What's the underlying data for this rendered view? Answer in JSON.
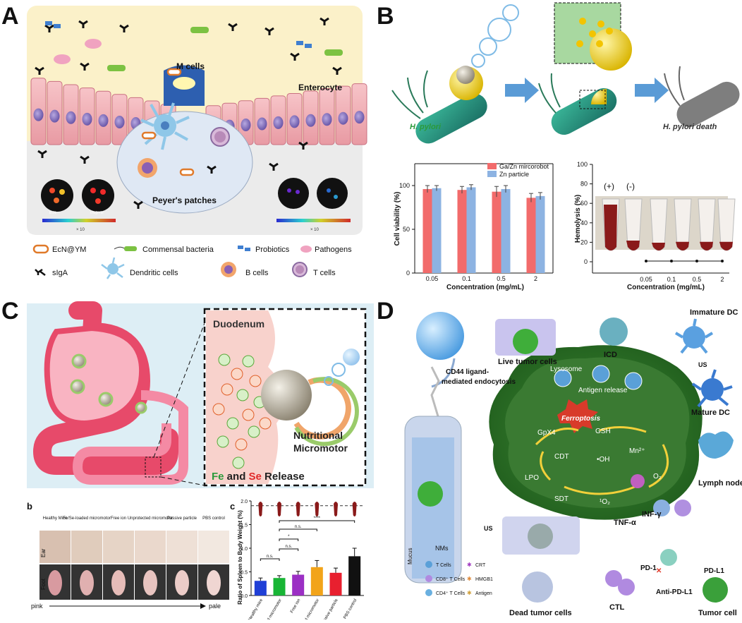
{
  "panels": {
    "A": {
      "letter": "A",
      "m_cells": "M cells",
      "enterocyte": "Enterocyte",
      "peyers": "Peyer's patches",
      "img_left_1": "EcN",
      "img_left_2": "cN@YM",
      "scale_left": "× 10",
      "scale_right": "× 10",
      "legend": [
        "EcN@YM",
        "Commensal bacteria",
        "Probiotics",
        "Pathogens",
        "sIgA",
        "Dendritic cells",
        "B cells",
        "T cells"
      ]
    },
    "B": {
      "letter": "B",
      "h_pylori": "H. pylori",
      "h_pylori_death": "H. pylori death",
      "chart1": {
        "ylabel": "Cell viability (%)",
        "xlabel": "Concentration (mg/mL)",
        "legend": [
          "Ga/Zn mircorobot",
          "Zn particle"
        ]
      },
      "chart2": {
        "ylabel": "Hemolysis (%)",
        "xlabel": "Concentration (mg/mL)",
        "plus": "(+)",
        "minus": "(-)"
      }
    },
    "C": {
      "letter": "C",
      "duodenum": "Duodenum",
      "nutritional": "Nutritional",
      "micromotor": "Micromotor",
      "release_fe": "Fe",
      "release_and": " and ",
      "release_se": "Se",
      "release_rest": " Release",
      "sub_b": "b",
      "sub_c": "c",
      "col_headers": [
        "Healthy Mice",
        "Fe/Se-loaded micromotor",
        "Free ion",
        "Unprotected micromotor",
        "Passive particle",
        "PBS control"
      ],
      "row_ear": "Ear",
      "row_foot": "Foot",
      "pink": "pink",
      "pale": "pale",
      "bar_ylabel": "Ratio of Spleen to Body Weight (%)",
      "sig": [
        "n.s.",
        "n.s.",
        "*",
        "n.s.",
        "****"
      ]
    },
    "D": {
      "letter": "D",
      "live_tumor": "Live tumor cells",
      "icd": "ICD",
      "immature_dc": "Immature DC",
      "mature_dc": "Mature DC",
      "lymph_node": "Lymph node",
      "us": "US",
      "cd44": "CD44 ligand-",
      "cd44b": "mediated endocytosis",
      "lysosome": "Lysosome",
      "antigen_release": "Antigen  release",
      "ferroptosis": "Ferroptosis",
      "gpx4": "GpX4",
      "gsh": "GSH",
      "cdt": "CDT",
      "oh": "•OH",
      "mn": "Mn²⁺",
      "lpo": "LPO",
      "sdt": "SDT",
      "o2": "¹O₂",
      "o2b": "O₂",
      "tnf": "TNF-α",
      "inf": "INF-γ",
      "pd1": "PD-1",
      "pdl1": "PD-L1",
      "anti": "Anti-PD-L1",
      "ctl": "CTL",
      "tumor_cell": "Tumor cell",
      "dead_tumor": "Dead tumor cells",
      "nms": "NMs",
      "mucus": "Mucus",
      "legend": [
        "T Cells",
        "CD8⁺ T Cells",
        "CD4⁺ T Cells",
        "CRT",
        "HMGB1",
        "Antigen"
      ]
    }
  },
  "chart_data": [
    {
      "type": "bar",
      "ylabel": "Cell viability (%)",
      "xlabel": "Concentration (mg/mL)",
      "categories": [
        "0.05",
        "0.1",
        "0.5",
        "2"
      ],
      "ylim": [
        0,
        125
      ],
      "yticks": [
        0,
        50,
        100
      ],
      "series": [
        {
          "name": "Ga/Zn mircorobot",
          "color": "#f26b6b",
          "values": [
            96,
            95,
            93,
            86
          ],
          "errors": [
            4,
            4,
            6,
            5
          ]
        },
        {
          "name": "Zn particle",
          "color": "#8db3e2",
          "values": [
            97,
            98,
            96,
            88
          ],
          "errors": [
            3,
            3,
            4,
            4
          ]
        }
      ]
    },
    {
      "type": "bar",
      "ylabel": "Ratio of Spleen to Body Weight (%)",
      "categories": [
        "Healthy mice",
        "Fe/Se-loaded micromotor",
        "Free ion",
        "Unprotected micromotor",
        "Passive particle",
        "PBS control"
      ],
      "ylim": [
        0,
        2.0
      ],
      "yticks": [
        0,
        0.5,
        1.0,
        1.5,
        2.0
      ],
      "series": [
        {
          "values": [
            0.31,
            0.37,
            0.44,
            0.6,
            0.48,
            0.83
          ],
          "errors": [
            0.06,
            0.05,
            0.07,
            0.14,
            0.1,
            0.17
          ],
          "colors": [
            "#1f3fd6",
            "#18b535",
            "#9b2fc4",
            "#f2a41a",
            "#e8202f",
            "#111111"
          ]
        }
      ]
    }
  ]
}
